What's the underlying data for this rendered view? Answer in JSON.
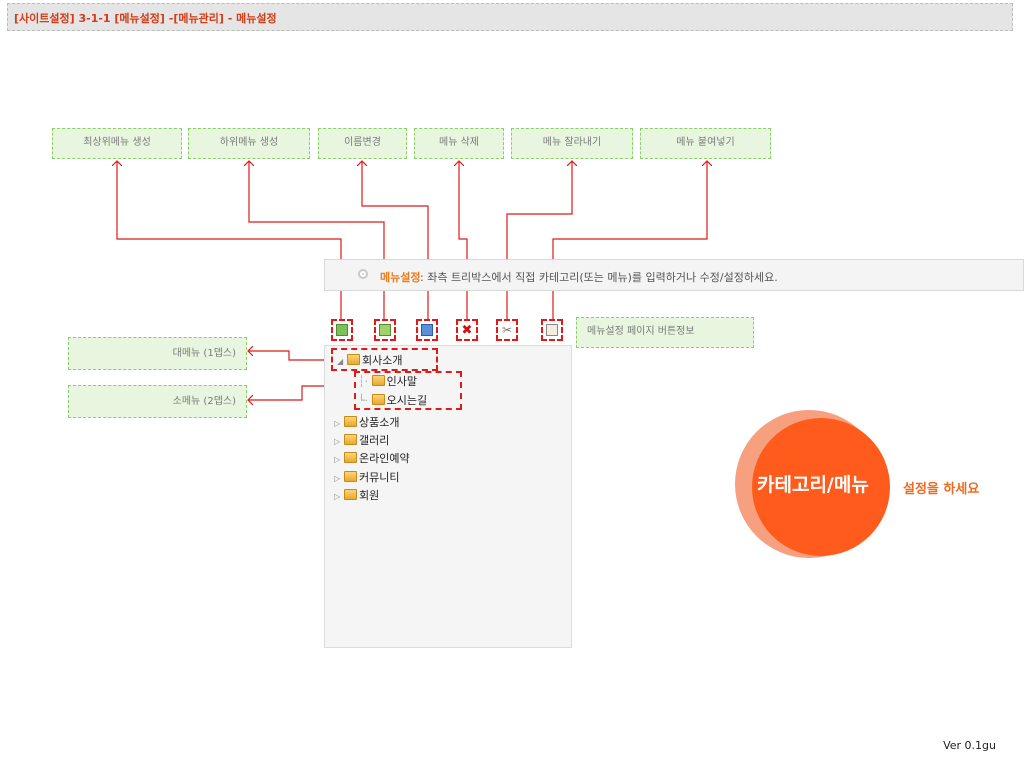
{
  "header": {
    "title": "[사이트설정] 3-1-1 [메뉴설정] -[메뉴관리] - 메뉴설정"
  },
  "annotations": {
    "top_labels": [
      "최상위메뉴 생성",
      "하위메뉴 생성",
      "이름변경",
      "메뉴 삭제",
      "메뉴 잘라내기",
      "메뉴 붙여넣기"
    ],
    "depth1_label": "대메뉴 (1뎁스)",
    "depth2_label": "소메뉴 (2뎁스)",
    "button_info_label": "메뉴설정 페이지 버튼정보"
  },
  "info_bar": {
    "title": "메뉴설정",
    "text": ": 좌측 트리박스에서 직접 카테고리(또는 메뉴)를 입력하거나 수정/설정하세요."
  },
  "toolbar": {
    "icons": [
      "add-top-menu-icon",
      "add-sub-menu-icon",
      "rename-icon",
      "delete-icon",
      "cut-icon",
      "paste-icon"
    ]
  },
  "tree": {
    "items": [
      {
        "label": "회사소개",
        "expanded": true,
        "children": [
          "인사말",
          "오시는길"
        ]
      },
      {
        "label": "상품소개"
      },
      {
        "label": "갤러리"
      },
      {
        "label": "온라인예약"
      },
      {
        "label": "커뮤니티"
      },
      {
        "label": "회원"
      }
    ]
  },
  "badge": {
    "main": "카테고리/메뉴",
    "suffix": "설정을 하세요"
  },
  "version": "Ver 0.1gu",
  "colors": {
    "accent_red": "#e01919",
    "header_text": "#d43c17",
    "green_fill": "#e8f6df",
    "orange": "#ff5b1c"
  }
}
